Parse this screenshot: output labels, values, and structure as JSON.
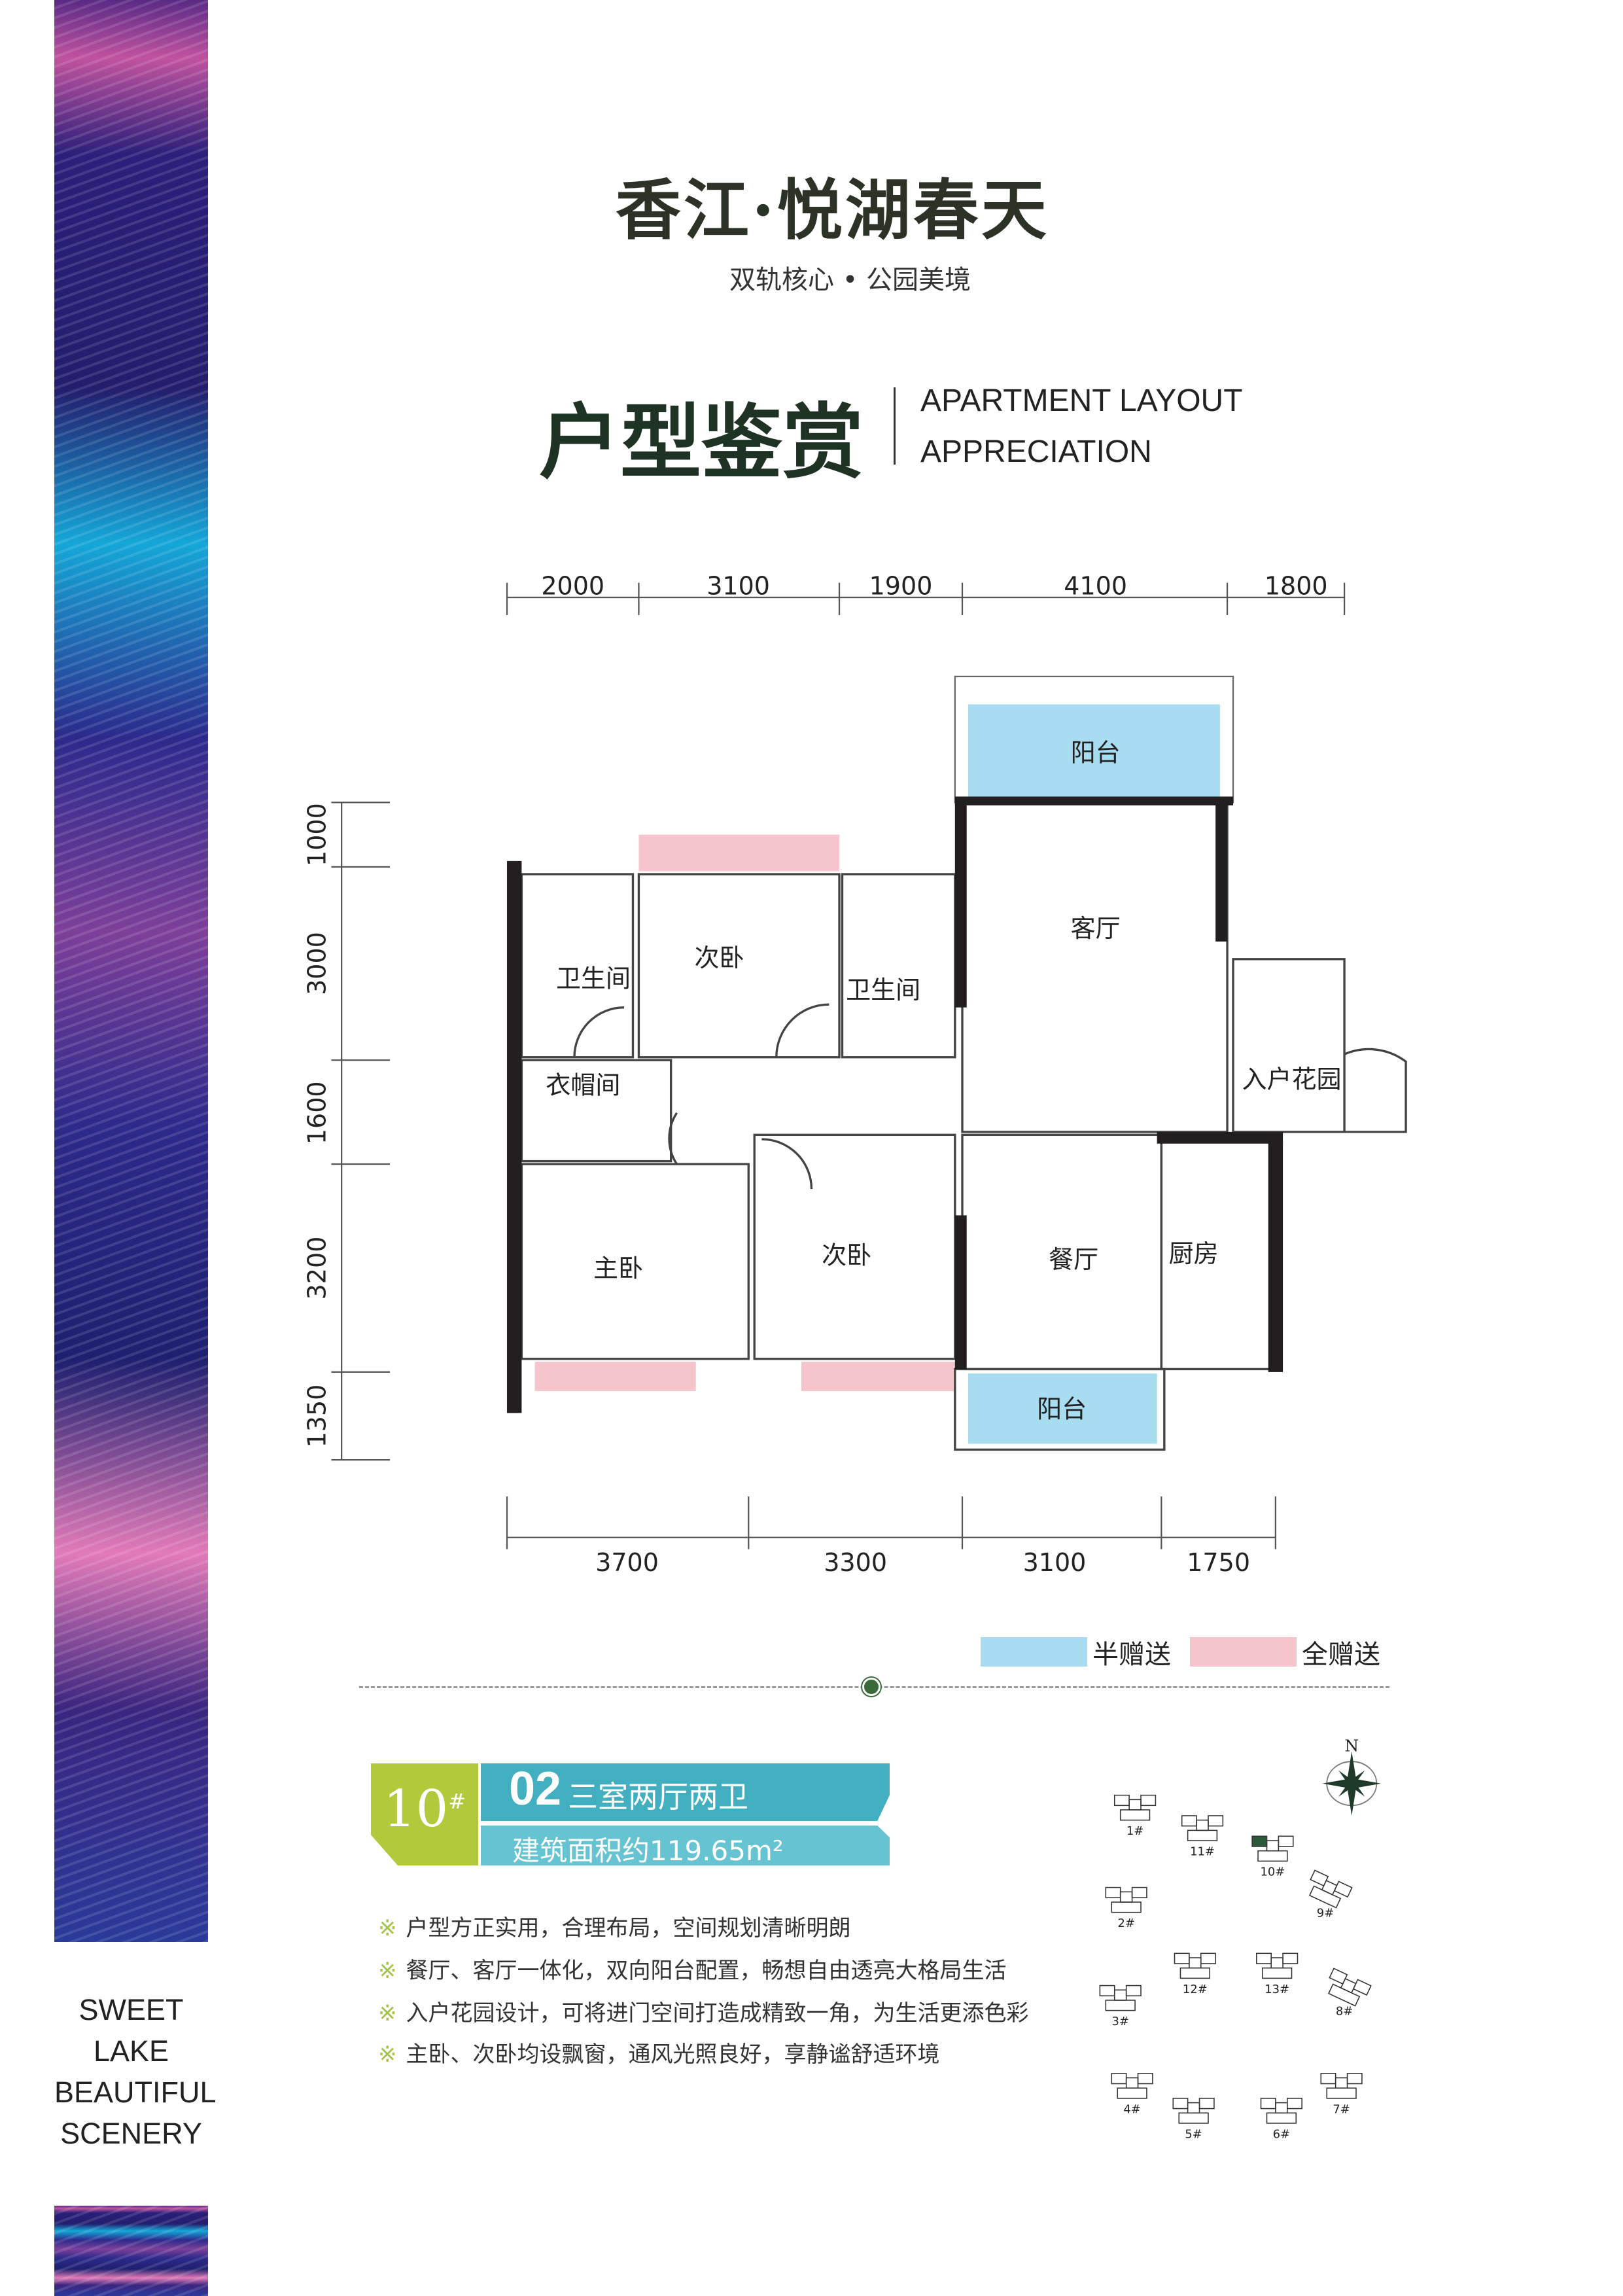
{
  "brand": {
    "logo": "香江·悦湖春天",
    "tagline": "双轨核心 • 公园美境"
  },
  "side": {
    "lines": [
      "SWEET",
      "LAKE",
      "BEAUTIFUL",
      "SCENERY"
    ]
  },
  "header": {
    "title": "户型鉴赏",
    "en_line1": "APARTMENT LAYOUT",
    "en_line2": "APPRECIATION"
  },
  "plan": {
    "top_dims": [
      "2000",
      "3100",
      "1900",
      "4100",
      "1800"
    ],
    "left_dims": [
      "1000",
      "3000",
      "1600",
      "3200",
      "1350"
    ],
    "bottom_dims": [
      "3700",
      "3300",
      "3100",
      "1750"
    ],
    "rooms": {
      "balcony_top": "阳台",
      "living": "客厅",
      "bath_left": "卫生间",
      "bedroom2": "次卧",
      "bath_right": "卫生间",
      "closet": "衣帽间",
      "entry_garden": "入户花园",
      "master": "主卧",
      "bedroom3": "次卧",
      "dining": "餐厅",
      "kitchen": "厨房",
      "balcony_bottom": "阳台"
    }
  },
  "legend": {
    "half": "半赠送",
    "full": "全赠送",
    "half_color": "#a8dcf0",
    "full_color": "#f6c5cc"
  },
  "unit": {
    "building": "10",
    "building_mark": "#",
    "type_no": "02",
    "type_name": "三室两厅两卫",
    "area": "建筑面积约119.65m²"
  },
  "features": [
    "户型方正实用，合理布局，空间规划清晰明朗",
    "餐厅、客厅一体化，双向阳台配置，畅想自由透亮大格局生活",
    "入户花园设计，可将进门空间打造成精致一角，为生活更添色彩",
    "主卧、次卧均设飘窗，通风光照良好，享静谧舒适环境"
  ],
  "feature_mark": "※",
  "sitemap": {
    "north": "N",
    "highlight": "10#",
    "buildings": [
      "1#",
      "11#",
      "10#",
      "9#",
      "2#",
      "12#",
      "13#",
      "8#",
      "3#",
      "4#",
      "5#",
      "6#",
      "7#"
    ]
  }
}
